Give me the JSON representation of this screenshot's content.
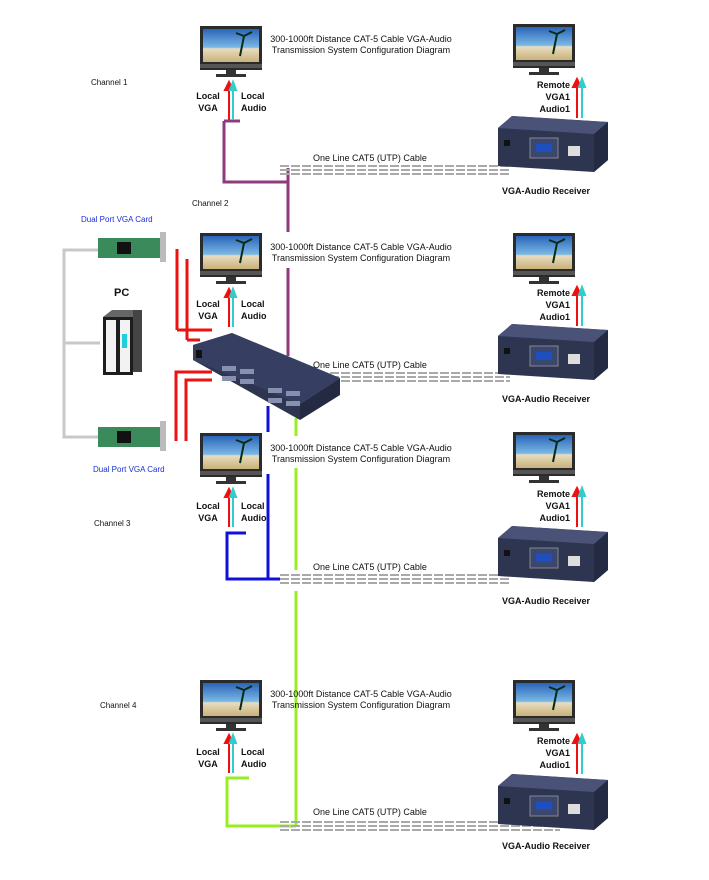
{
  "diagram": {
    "title_line1": "300-1000ft Distance CAT-5 Cable VGA-Audio",
    "title_line2": "Transmission System Configuration Diagram",
    "channels": [
      {
        "name": "Channel 1",
        "local_vga": "Local VGA",
        "local_audio": "Local Audio",
        "cable": "One Line CAT5 (UTP) Cable",
        "remote": [
          "Remote",
          "VGA1",
          "Audio1"
        ],
        "receiver": "VGA-Audio Receiver",
        "wire_color": "#8e3b7e"
      },
      {
        "name": "Channel 2",
        "local_vga": "Local VGA",
        "local_audio": "Local Audio",
        "cable": "One Line CAT5 (UTP) Cable",
        "remote": [
          "Remote",
          "VGA1",
          "Audio1"
        ],
        "receiver": "VGA-Audio Receiver",
        "wire_color": "#ee1111"
      },
      {
        "name": "Channel 3",
        "local_vga": "Local VGA",
        "local_audio": "Local Audio",
        "cable": "One Line CAT5 (UTP) Cable",
        "remote": [
          "Remote",
          "VGA1",
          "Audio1"
        ],
        "receiver": "VGA-Audio Receiver",
        "wire_color": "#1010dd"
      },
      {
        "name": "Channel 4",
        "local_vga": "Local VGA",
        "local_audio": "Local Audio",
        "cable": "One Line CAT5 (UTP) Cable",
        "remote": [
          "Remote",
          "VGA1",
          "Audio1"
        ],
        "receiver": "VGA-Audio Receiver",
        "wire_color": "#99ee22"
      }
    ],
    "pc_label": "PC",
    "vga_card_label": "Dual Port VGA Card",
    "colors": {
      "vga_arrow": "#ee1111",
      "audio_arrow": "#33cccc",
      "pc_wire": "#c8c8c8",
      "device": "#2d3550"
    }
  }
}
